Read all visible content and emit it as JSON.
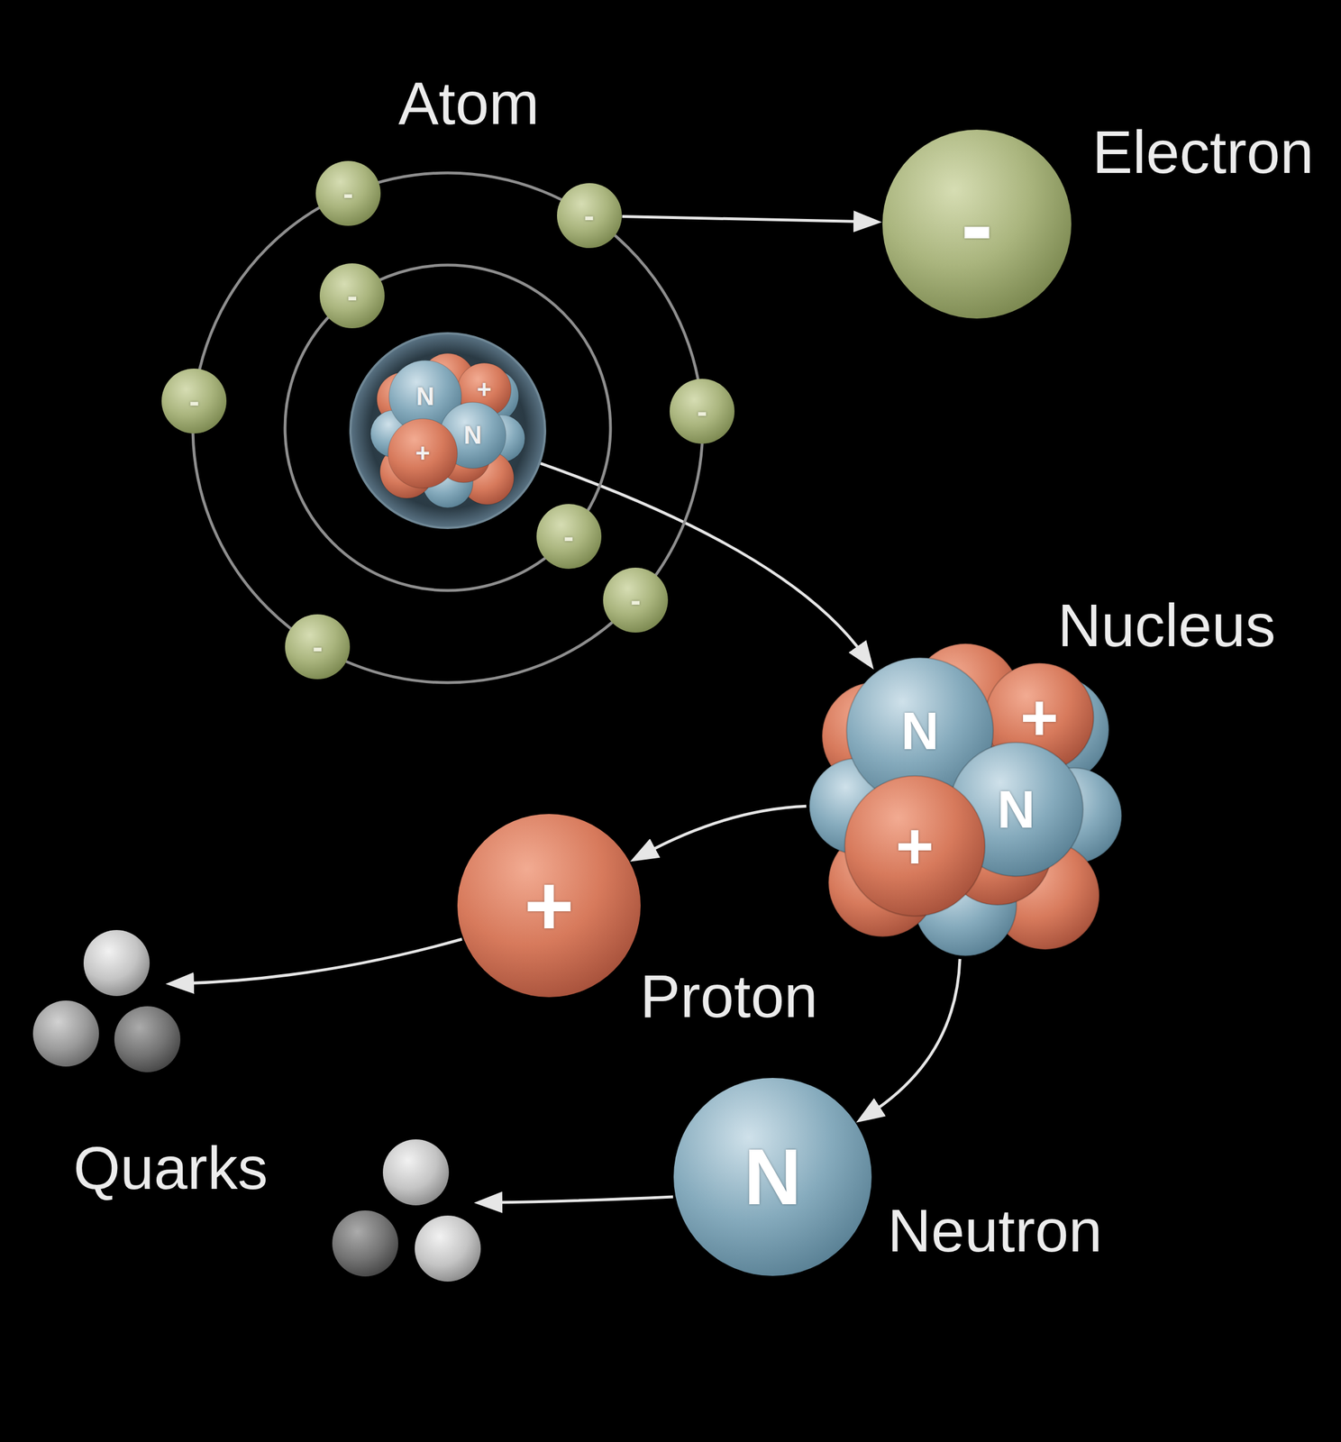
{
  "diagram": {
    "nodes": [
      {
        "text": [
          "Atom"
        ]
      },
      {
        "text": [
          "-"
        ],
        "in": 0
      },
      {
        "text": [
          "-"
        ],
        "in": 0
      },
      {
        "text": [
          "-"
        ],
        "in": 0
      },
      {
        "text": [
          "-"
        ],
        "in": 0
      },
      {
        "text": [
          "-"
        ],
        "in": 0
      },
      {
        "text": [
          "-"
        ],
        "in": 0
      },
      {
        "text": [
          "-"
        ],
        "in": 0
      },
      {
        "text": [
          "-"
        ],
        "in": 0
      },
      {
        "text": [
          "N",
          "+",
          "N",
          "+"
        ],
        "in": 0
      },
      {
        "text": [
          "Electron",
          "-"
        ]
      },
      {
        "text": [
          "Nucleus",
          "N",
          "+",
          "N",
          "+"
        ]
      },
      {
        "text": [
          "Proton",
          "+"
        ]
      },
      {
        "text": [
          "Neutron",
          "N"
        ]
      }
    ],
    "edges": [
      {
        "from": 2,
        "to": 10,
        "arrow": "to"
      },
      {
        "from": 9,
        "to": 11,
        "arrow": "to"
      },
      {
        "from": 11,
        "to": 12,
        "arrow": "to"
      },
      {
        "from": 11,
        "to": 13,
        "arrow": "to"
      }
    ],
    "labels": [
      "Quarks"
    ]
  }
}
